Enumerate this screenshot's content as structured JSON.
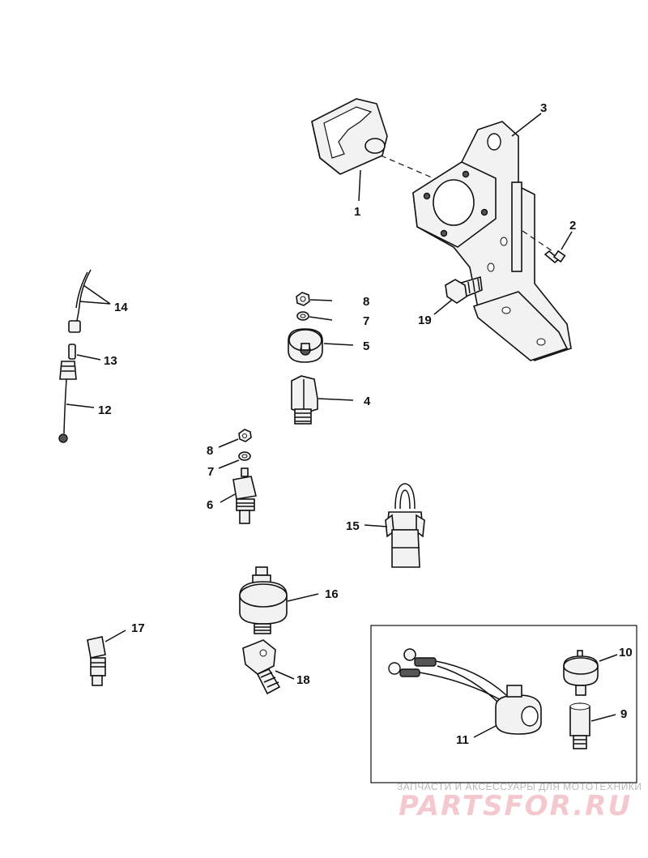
{
  "callouts": {
    "p1": "1",
    "p2": "2",
    "p3": "3",
    "p4": "4",
    "p5": "5",
    "p6": "6",
    "p7a": "7",
    "p7b": "7",
    "p8a": "8",
    "p8b": "8",
    "p9": "9",
    "p10": "10",
    "p11": "11",
    "p12": "12",
    "p13": "13",
    "p14": "14",
    "p15": "15",
    "p16": "16",
    "p17": "17",
    "p18": "18",
    "p19": "19"
  },
  "watermark": {
    "caption": "ЗАПЧАСТИ И АКСЕССУАРЫ ДЛЯ МОТОТЕХНИКИ",
    "logo": "PARTSFOR.RU"
  },
  "colors": {
    "ink": "#111111",
    "watermark_red": "#f3c9cf",
    "watermark_gray": "#b9b9b9"
  }
}
